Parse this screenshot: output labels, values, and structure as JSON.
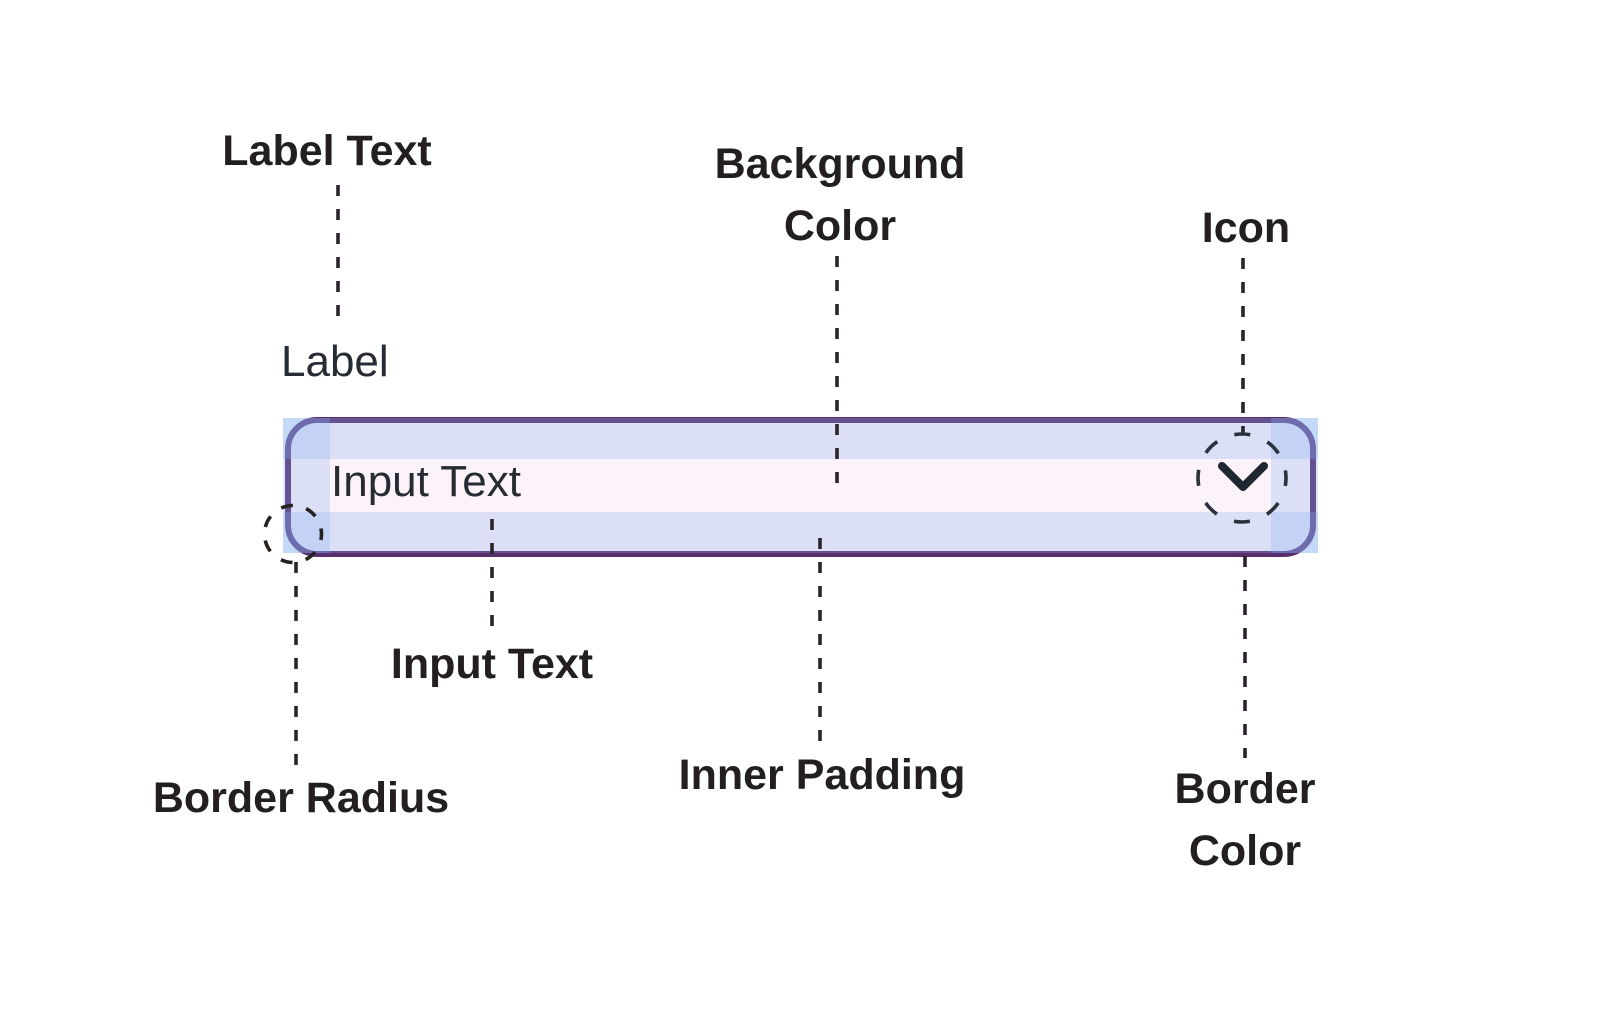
{
  "component": {
    "label": "Label",
    "placeholder": "Input Text",
    "icon": "chevron-down"
  },
  "annotations": {
    "label_text": {
      "text": "Label Text"
    },
    "background_color": {
      "text": "Background Color",
      "lines": [
        "Background",
        "Color"
      ]
    },
    "icon": {
      "text": "Icon"
    },
    "input_text": {
      "text": "Input Text"
    },
    "inner_padding": {
      "text": "Inner Padding"
    },
    "border_radius": {
      "text": "Border Radius"
    },
    "border_color": {
      "text": "Border Color",
      "lines": [
        "Border",
        "Color"
      ]
    }
  },
  "colors": {
    "border_color": "#5A2F6E",
    "input_background": "#FCF3FA",
    "padding_highlight": "rgba(133,176,240,0.28)",
    "annotation_ink": "#29242a",
    "label_ink": "#231F20",
    "component_ink": "#272B33",
    "canvas_bg": "#ffffff"
  }
}
